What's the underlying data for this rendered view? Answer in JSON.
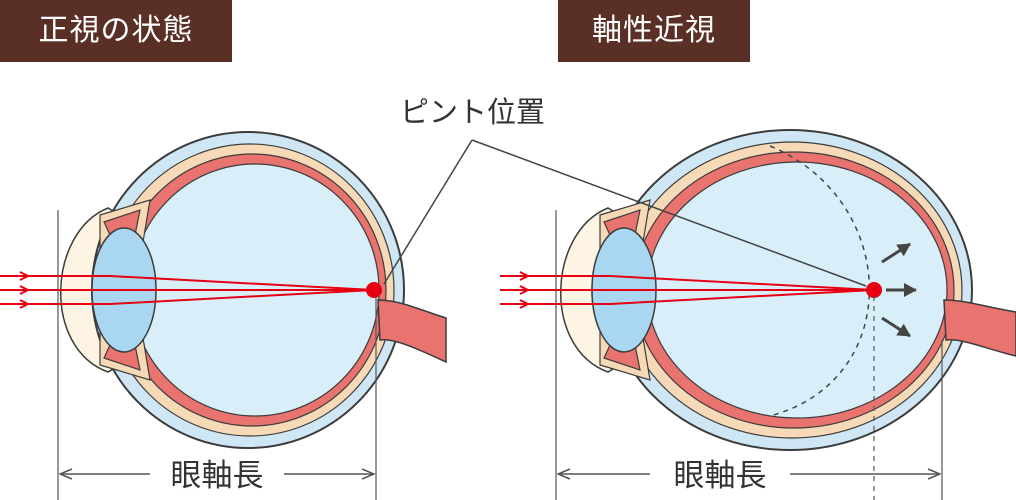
{
  "titles": {
    "normal": "正視の状態",
    "axial_myopia": "軸性近視"
  },
  "labels": {
    "focus_position": "ピント位置",
    "axial_length_left": "眼軸長",
    "axial_length_right": "眼軸長"
  },
  "colors": {
    "title_bg": "#5a2f26",
    "title_text": "#ffffff",
    "vitreous": "#d3ebf7",
    "lens": "#a9d6f0",
    "retina": "#e9736f",
    "choroid": "#f6d9b7",
    "ray": "#e60012",
    "focus_dot": "#e60012",
    "outline": "#3c3c3c",
    "arrow": "#444444"
  }
}
